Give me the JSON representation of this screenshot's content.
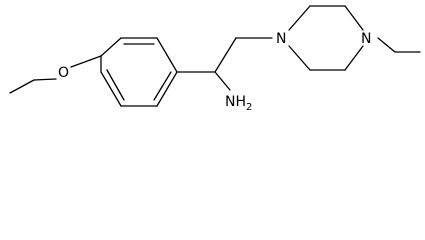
{
  "structure": {
    "atoms": {
      "oxygen": "O",
      "amine": "NH2",
      "piperazine_n1": "N",
      "piperazine_n4": "N"
    }
  },
  "colors": {
    "bond": "#000000",
    "label": "#000000",
    "background": "#ffffff"
  }
}
